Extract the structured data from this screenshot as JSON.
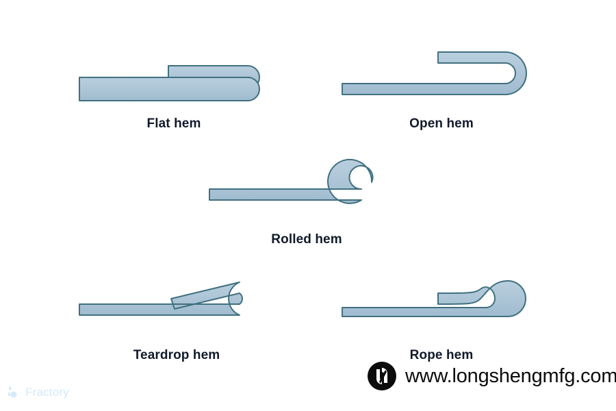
{
  "background": "#ffffff",
  "style": {
    "metal_fill": "#a8c2d4",
    "metal_fill_light": "#b9cfde",
    "metal_stroke": "#41707f",
    "label_color": "#111a2b",
    "watermark_color": "#0b0b0b",
    "fractory_color": "#d5e9f8"
  },
  "diagrams": [
    {
      "id": "flat",
      "label": "Flat hem",
      "description": "Sheet folded flat back onto itself with no gap, rounded closed end at right"
    },
    {
      "id": "open",
      "label": "Open hem",
      "description": "Sheet folded back with an open U-shaped gap between the two layers"
    },
    {
      "id": "rolled",
      "label": "Rolled hem",
      "description": "Sheet edge curled into a round spiral roll"
    },
    {
      "id": "teardrop",
      "label": "Teardrop hem",
      "description": "Sheet folded back with a teardrop-shaped opening and slanted upper arm"
    },
    {
      "id": "rope",
      "label": "Rope hem",
      "description": "Sheet edge rises in an S-curve into a circular rope-like loop"
    }
  ],
  "watermark": {
    "logo_icon": "longsheng-ls-monogram-icon",
    "url": "www.longshengmfg.com"
  },
  "fractory": {
    "logo_icon": "fractory-dots-icon",
    "text": "Fractory"
  }
}
